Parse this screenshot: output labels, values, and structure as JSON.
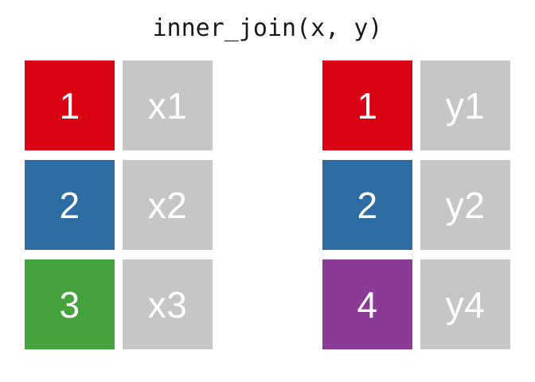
{
  "title": "inner_join(x, y)",
  "colors": {
    "background": "#FFFFFF",
    "title_text": "#1A1A1A",
    "cell_label": "#FFFFFF",
    "red": "#D90215",
    "blue": "#2E6DA4",
    "green": "#44A33C",
    "purple": "#8B3A96",
    "gray": "#C6C6C6"
  },
  "tables": {
    "x": {
      "rows": [
        {
          "key": "1",
          "key_color": "red",
          "value": "x1"
        },
        {
          "key": "2",
          "key_color": "blue",
          "value": "x2"
        },
        {
          "key": "3",
          "key_color": "green",
          "value": "x3"
        }
      ]
    },
    "y": {
      "rows": [
        {
          "key": "1",
          "key_color": "red",
          "value": "y1"
        },
        {
          "key": "2",
          "key_color": "blue",
          "value": "y2"
        },
        {
          "key": "4",
          "key_color": "purple",
          "value": "y4"
        }
      ]
    }
  }
}
